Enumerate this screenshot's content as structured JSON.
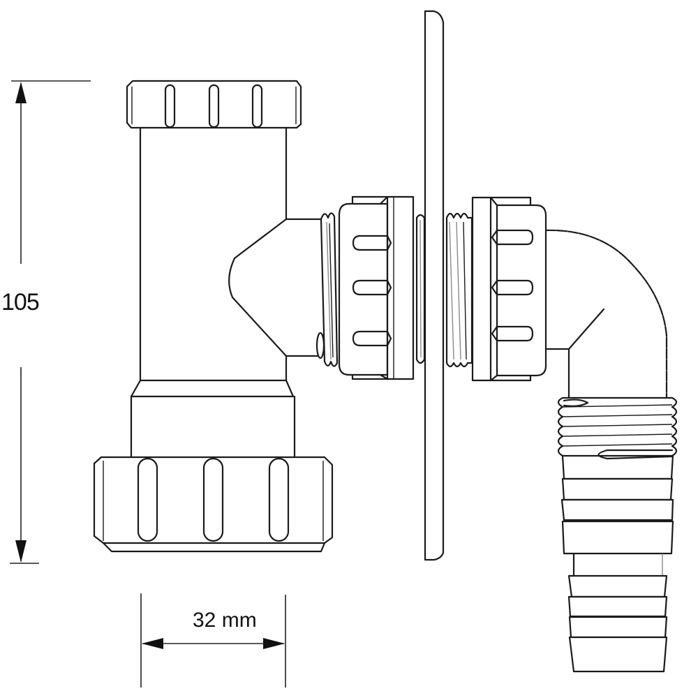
{
  "diagram": {
    "type": "technical-drawing",
    "subject": "waste trap / appliance connector with wall flange, compression nuts and threaded hose spigot",
    "dimensions": {
      "height": {
        "value": "105",
        "orientation": "vertical"
      },
      "width": {
        "value": "32 mm",
        "orientation": "horizontal"
      }
    },
    "components": [
      {
        "id": "top-nut",
        "label": "top compression nut"
      },
      {
        "id": "main-body",
        "label": "vertical body"
      },
      {
        "id": "bottom-nut",
        "label": "bottom compression nut"
      },
      {
        "id": "side-branch",
        "label": "tapered side branch"
      },
      {
        "id": "left-flange-nut",
        "label": "left backnut"
      },
      {
        "id": "wall-plate",
        "label": "wall / panel plate"
      },
      {
        "id": "right-flange-nut",
        "label": "right backnut"
      },
      {
        "id": "elbow",
        "label": "90° elbow"
      },
      {
        "id": "threaded-spigot",
        "label": "threaded hose spigot"
      }
    ],
    "colors": {
      "line": "#1a1a1a",
      "background": "#ffffff"
    }
  }
}
